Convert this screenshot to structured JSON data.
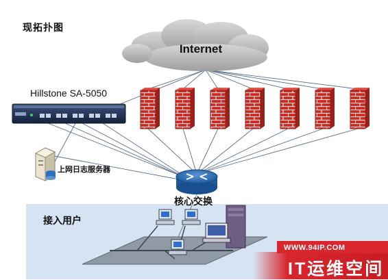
{
  "title": "现拓扑图",
  "cloud": {
    "label": "Internet"
  },
  "device": {
    "label": "Hillstone SA-5050"
  },
  "server": {
    "label": "上网日志服务器"
  },
  "core_switch": {
    "label": "核心交换"
  },
  "user_zone": {
    "label": "接入用户"
  },
  "firewall_count": 7,
  "watermark": {
    "url": "WWW.94IP.COM",
    "name": "IT运维空间"
  },
  "colors": {
    "cloud": "#b9b9b9",
    "firewall_brick": "#cc2b24",
    "mortar": "#f1dada",
    "device_body": "#21335a",
    "switch": "#2f6fb8",
    "user_zone_bg": "#d6e3f3",
    "watermark_red": "#d8262c",
    "links": "#5a6f8a"
  }
}
